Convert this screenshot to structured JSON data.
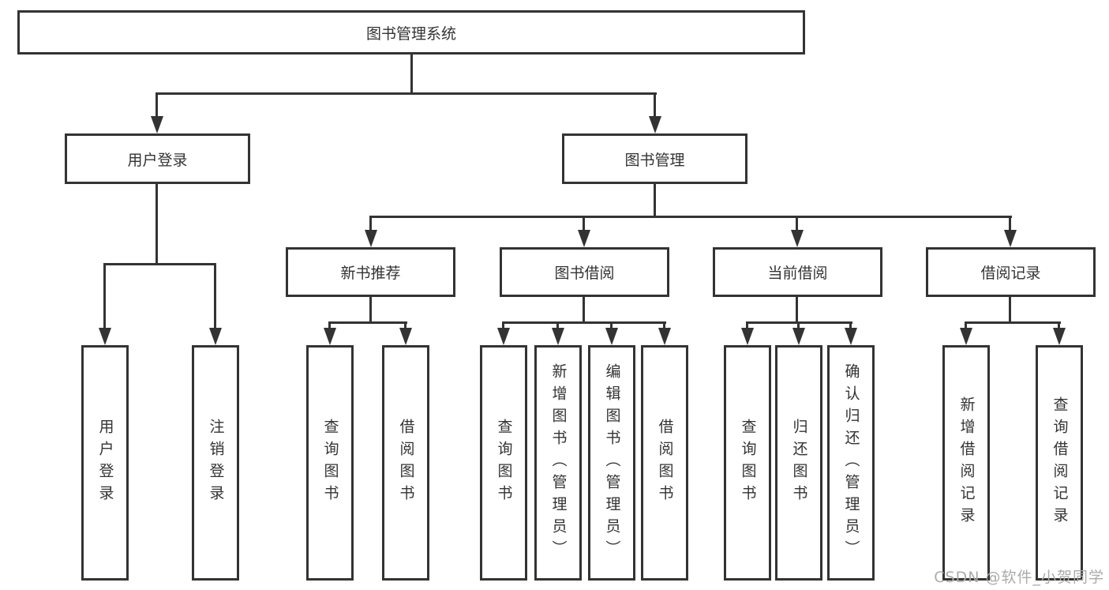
{
  "tree": {
    "root": "图书管理系统",
    "user_login": {
      "label": "用户登录",
      "children": [
        "用户登录",
        "注销登录"
      ]
    },
    "book_management": {
      "label": "图书管理",
      "sections": [
        {
          "label": "新书推荐",
          "children": [
            "查询图书",
            "借阅图书"
          ]
        },
        {
          "label": "图书借阅",
          "children": [
            "查询图书",
            "新增图书（管理员）",
            "编辑图书（管理员）",
            "借阅图书"
          ]
        },
        {
          "label": "当前借阅",
          "children": [
            "查询图书",
            "归还图书",
            "确认归还（管理员）"
          ]
        },
        {
          "label": "借阅记录",
          "children": [
            "新增借阅记录",
            "查询借阅记录"
          ]
        }
      ]
    }
  },
  "watermark": "CSDN @软件_小贺同学",
  "colors": {
    "line": "#333333",
    "text": "#333333",
    "watermark": "#ababab",
    "background": "#ffffff"
  }
}
